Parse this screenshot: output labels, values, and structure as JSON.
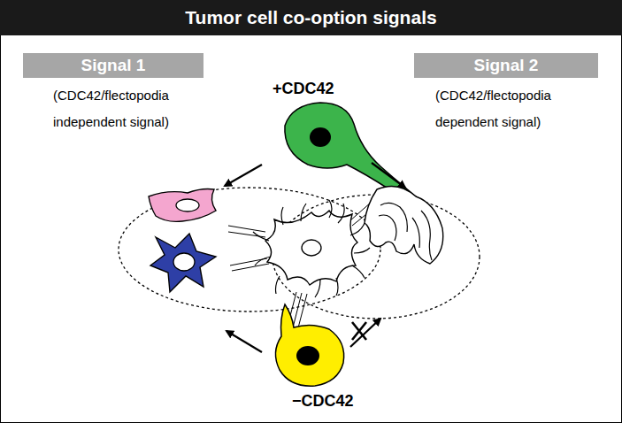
{
  "diagram": {
    "title": "Tumor cell co-option signals",
    "nodes": [
      {
        "text": [
          "Signal 1"
        ]
      },
      {
        "text": [
          "Signal 2"
        ]
      }
    ],
    "labels": [
      "(CDC42/flectopodia independent signal)",
      "(CDC42/flectopodia dependent signal)",
      "+CDC42",
      "−CDC42"
    ]
  }
}
